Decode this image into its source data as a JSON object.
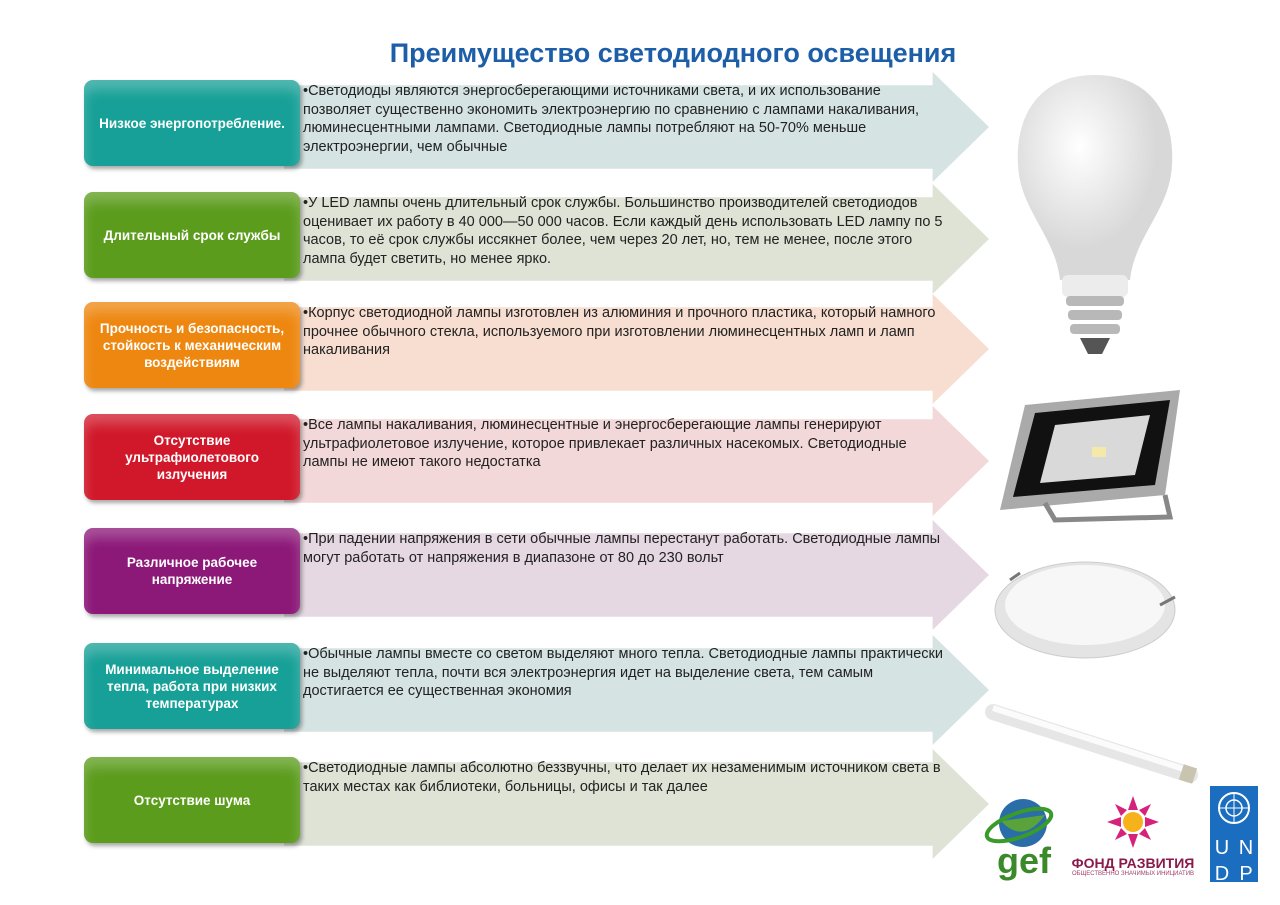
{
  "title": "Преимущество светодиодного освещения",
  "rows": [
    {
      "label": "Низкое энергопотребление.",
      "text": "•Светодиоды являются энергосберегающими источниками света, и их использование позволяет существенно экономить электроэнергию по сравнению с лампами накаливания, люминесцентными лампами. Светодиодные лампы потребляют на 50-70% меньше электроэнергии, чем обычные",
      "color": "#17a097",
      "tint": "#d3e2e1"
    },
    {
      "label": "Длительный срок службы",
      "text": "•У LED лампы очень длительный срок службы. Большинство производителей светодиодов оценивает их работу в 40 000—50 000 часов. Если каждый день использовать LED лампу по 5 часов, то её срок службы иссякнет более, чем через 20 лет, но, тем не менее, после этого лампа будет светить, но менее ярко.",
      "color": "#5b9c1c",
      "tint": "#dce2d4"
    },
    {
      "label": "Прочность и безопасность, стойкость к механическим воздействиям",
      "text": "•Корпус светодиодной лампы изготовлен из алюминия и прочного пластика, который намного прочнее обычного стекла, используемого при изготовлении люминесцентных ламп и ламп накаливания",
      "color": "#ee8710",
      "tint": "#f7dccf"
    },
    {
      "label": "Отсутствие ультрафиолетового излучения",
      "text": "•Все лампы накаливания, люминесцентные и энергосберегающие лампы генерируют ультрафиолетовое излучение, которое привлекает различных насекомых. Светодиодные лампы не имеют такого недостатка",
      "color": "#d0182a",
      "tint": "#f1d6d6"
    },
    {
      "label": "Различное рабочее напряжение",
      "text": "•При падении напряжения в сети обычные лампы перестанут работать. Светодиодные лампы могут работать от напряжения в диапазоне от 80 до 230 вольт",
      "color": "#8c1878",
      "tint": "#e4d6e1"
    },
    {
      "label": "Минимальное выделение тепла, работа при низких температурах",
      "text": "•Обычные лампы вместе со светом выделяют много тепла. Светодиодные лампы практически не выделяют тепла, почти вся электроэнергия идет на выделение света, тем самым достигается ее существенная экономия",
      "color": "#17a097",
      "tint": "#d3e2e1"
    },
    {
      "label": "Отсутствие шума",
      "text": "•Светодиодные лампы абсолютно беззвучны, что делает их незаменимым источником света в таких местах как библиотеки, больницы, офисы и так далее",
      "color": "#5b9c1c",
      "tint": "#dce2d4"
    }
  ],
  "logos": {
    "gef": "gef",
    "fund": "ФОНД РАЗВИТИЯ",
    "fund_sub": "ОБЩЕСТВЕННО ЗНАЧИМЫХ ИНИЦИАТИВ",
    "undp": [
      "U",
      "N",
      "D",
      "P"
    ]
  }
}
